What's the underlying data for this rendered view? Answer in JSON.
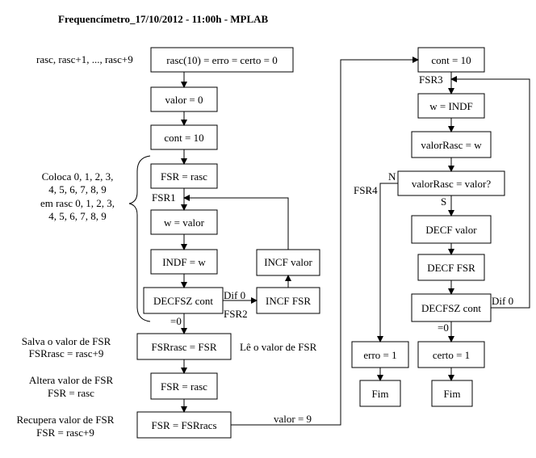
{
  "title": "Frequencímetro_17/10/2012 - 11:00h - MPLAB",
  "boxes": {
    "init": "rasc(10) = erro = certo = 0",
    "valor0": "valor = 0",
    "cont10_left": "cont = 10",
    "fsr_rasc": "FSR = rasc",
    "w_valor": "w = valor",
    "indf_w": "INDF = w",
    "decfsz_left": "DECFSZ cont",
    "incf_fsr": "INCF FSR",
    "incf_valor": "INCF valor",
    "fsrrasc": "FSRrasc = FSR",
    "fsr_rasc2": "FSR = rasc",
    "fsr_fsrracs": "FSR = FSRracs",
    "cont10_right": "cont = 10",
    "w_indf": "w = INDF",
    "valorrasc_w": "valorRasc = w",
    "decision": "valorRasc = valor?",
    "decf_valor": "DECF valor",
    "decf_fsr": "DECF FSR",
    "decfsz_right": "DECFSZ cont",
    "erro1": "erro = 1",
    "certo1": "certo = 1",
    "fim_left": "Fim",
    "fim_right": "Fim"
  },
  "labels": {
    "rasc_list": "rasc, rasc+1, ..., rasc+9",
    "fsr1": "FSR1",
    "fsr2": "FSR2",
    "fsr3": "FSR3",
    "fsr4": "FSR4",
    "dif0_left": "Dif 0",
    "dif0_right": "Dif 0",
    "eq0_left": "=0",
    "eq0_right": "=0",
    "n": "N",
    "s": "S",
    "le_valor": "Lê o valor de FSR",
    "valor9": "valor = 9"
  },
  "notes": {
    "coloca": [
      "Coloca 0, 1, 2, 3,",
      "4, 5, 6, 7, 8, 9",
      "em rasc 0, 1, 2, 3,",
      "4, 5, 6, 7, 8, 9"
    ],
    "salva": [
      "Salva o valor de FSR",
      "FSRrasc = rasc+9"
    ],
    "altera": [
      "Altera valor de FSR",
      "FSR = rasc"
    ],
    "recupera": [
      "Recupera valor de FSR",
      "FSR = rasc+9"
    ]
  }
}
